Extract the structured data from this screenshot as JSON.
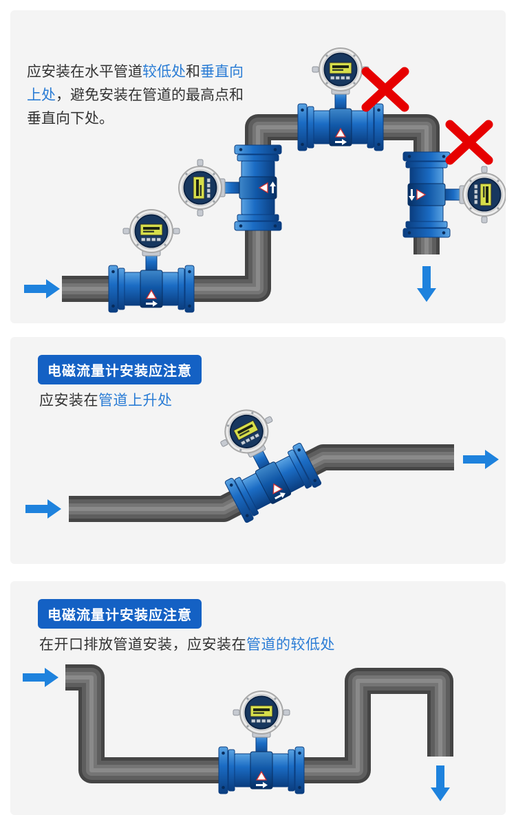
{
  "colors": {
    "page_bg": "#ffffff",
    "panel_bg": "#f4f4f4",
    "body_text": "#333333",
    "highlight_text": "#2a7cd5",
    "badge_bg": "#1461c4",
    "badge_text": "#ffffff",
    "arrow_blue": "#1e82dd",
    "x_red": "#e60000",
    "pipe_dark": "#454545",
    "pipe_mid": "#5e5e5e",
    "pipe_light": "#757575",
    "pipe_sheen": "#8a8a8a",
    "meter_blue": "#1565c0"
  },
  "panel_top": {
    "instruction_parts": [
      {
        "text": "应安装在水平管道"
      },
      {
        "text": "较低处",
        "highlight": true
      },
      {
        "text": "和"
      },
      {
        "text": "垂直向上处",
        "highlight": true
      },
      {
        "text": "，避免安装在管道的最高点和垂直向下处。"
      }
    ],
    "meters": [
      {
        "position": "lower-horizontal-pipe",
        "status": "correct"
      },
      {
        "position": "vertical-upward-pipe",
        "status": "correct"
      },
      {
        "position": "top-horizontal-pipe",
        "status": "wrong"
      },
      {
        "position": "vertical-downward-pipe",
        "status": "wrong"
      }
    ]
  },
  "panel_middle": {
    "badge": "电磁流量计安装应注意",
    "instruction_parts": [
      {
        "text": "应安装在"
      },
      {
        "text": "管道上升处",
        "highlight": true
      }
    ],
    "meters": [
      {
        "position": "rising-pipe-section",
        "status": "correct"
      }
    ]
  },
  "panel_bottom": {
    "badge": "电磁流量计安装应注意",
    "instruction_parts": [
      {
        "text": "在开口排放管道安装，应安装在"
      },
      {
        "text": "管道的较低处",
        "highlight": true
      }
    ],
    "meters": [
      {
        "position": "lowest-pipe-section",
        "status": "correct"
      }
    ]
  },
  "icons": {
    "x_mark": "✕",
    "flow_arrow": "→"
  }
}
